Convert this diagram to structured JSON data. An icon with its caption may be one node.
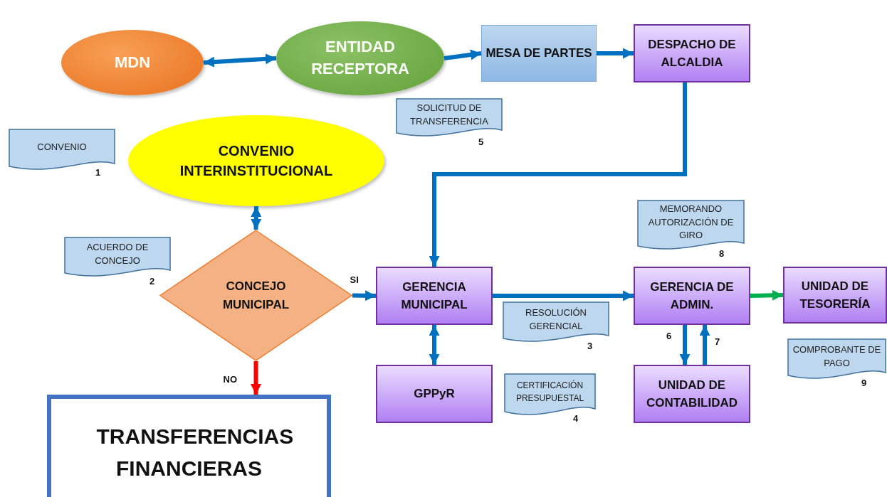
{
  "diagram": {
    "nodes": [
      {
        "text": [
          "MDN"
        ]
      },
      {
        "text": [
          "ENTIDAD RECEPTORA"
        ]
      },
      {
        "text": [
          "MESA DE PARTES"
        ]
      },
      {
        "text": [
          "DESPACHO DE ALCALDIA"
        ]
      },
      {
        "text": [
          "CONVENIO"
        ],
        "beside": [
          "1"
        ]
      },
      {
        "text": [
          "SOLICITUD DE TRANSFERENCIA"
        ],
        "beside": [
          "5"
        ]
      },
      {
        "text": [
          "CONVENIO INTERINSTITUCIONAL"
        ]
      },
      {
        "text": [
          "MEMORANDO AUTORIZACIÓN DE GIRO"
        ],
        "beside": [
          "8"
        ]
      },
      {
        "text": [
          "ACUERDO DE CONCEJO"
        ],
        "beside": [
          "2"
        ]
      },
      {
        "text": [
          "CONCEJO MUNICIPAL"
        ]
      },
      {
        "text": [
          "GERENCIA MUNICIPAL"
        ]
      },
      {
        "text": [
          "GERENCIA DE ADMIN."
        ]
      },
      {
        "text": [
          "UNIDAD DE TESORERÍA"
        ]
      },
      {
        "text": [
          "RESOLUCIÓN GERENCIAL"
        ],
        "beside": [
          "3"
        ]
      },
      {
        "text": [
          "COMPROBANTE DE PAGO"
        ],
        "beside": [
          "9"
        ]
      },
      {
        "text": [
          "GPPyR"
        ]
      },
      {
        "text": [
          "CERTIFICACIÓN PRESUPUESTAL"
        ],
        "beside": [
          "4"
        ]
      },
      {
        "text": [
          "UNIDAD DE CONTABILIDAD"
        ]
      },
      {
        "text": [
          "TRANSFERENCIAS FINANCIERAS"
        ]
      }
    ],
    "edges": [
      {
        "from": 0,
        "to": 1,
        "arrow": "both"
      },
      {
        "from": 1,
        "to": 2,
        "arrow": "to"
      },
      {
        "from": 2,
        "to": 3,
        "arrow": "to"
      },
      {
        "from": 3,
        "to": 10,
        "arrow": "to"
      },
      {
        "from": 6,
        "to": 9,
        "arrow": "both"
      },
      {
        "from": 9,
        "to": 10,
        "arrow": "to",
        "label": "SI"
      },
      {
        "from": 9,
        "to": 18,
        "arrow": "to",
        "label": "NO",
        "color": "#ff0000"
      },
      {
        "from": 10,
        "to": 15,
        "arrow": "both"
      },
      {
        "from": 10,
        "to": 11,
        "arrow": "to"
      },
      {
        "from": 11,
        "to": 12,
        "arrow": "to",
        "color": "#00b050"
      },
      {
        "from": 11,
        "to": 17,
        "arrow": "to",
        "label": "6"
      },
      {
        "from": 17,
        "to": 11,
        "arrow": "to",
        "label": "7"
      }
    ]
  }
}
